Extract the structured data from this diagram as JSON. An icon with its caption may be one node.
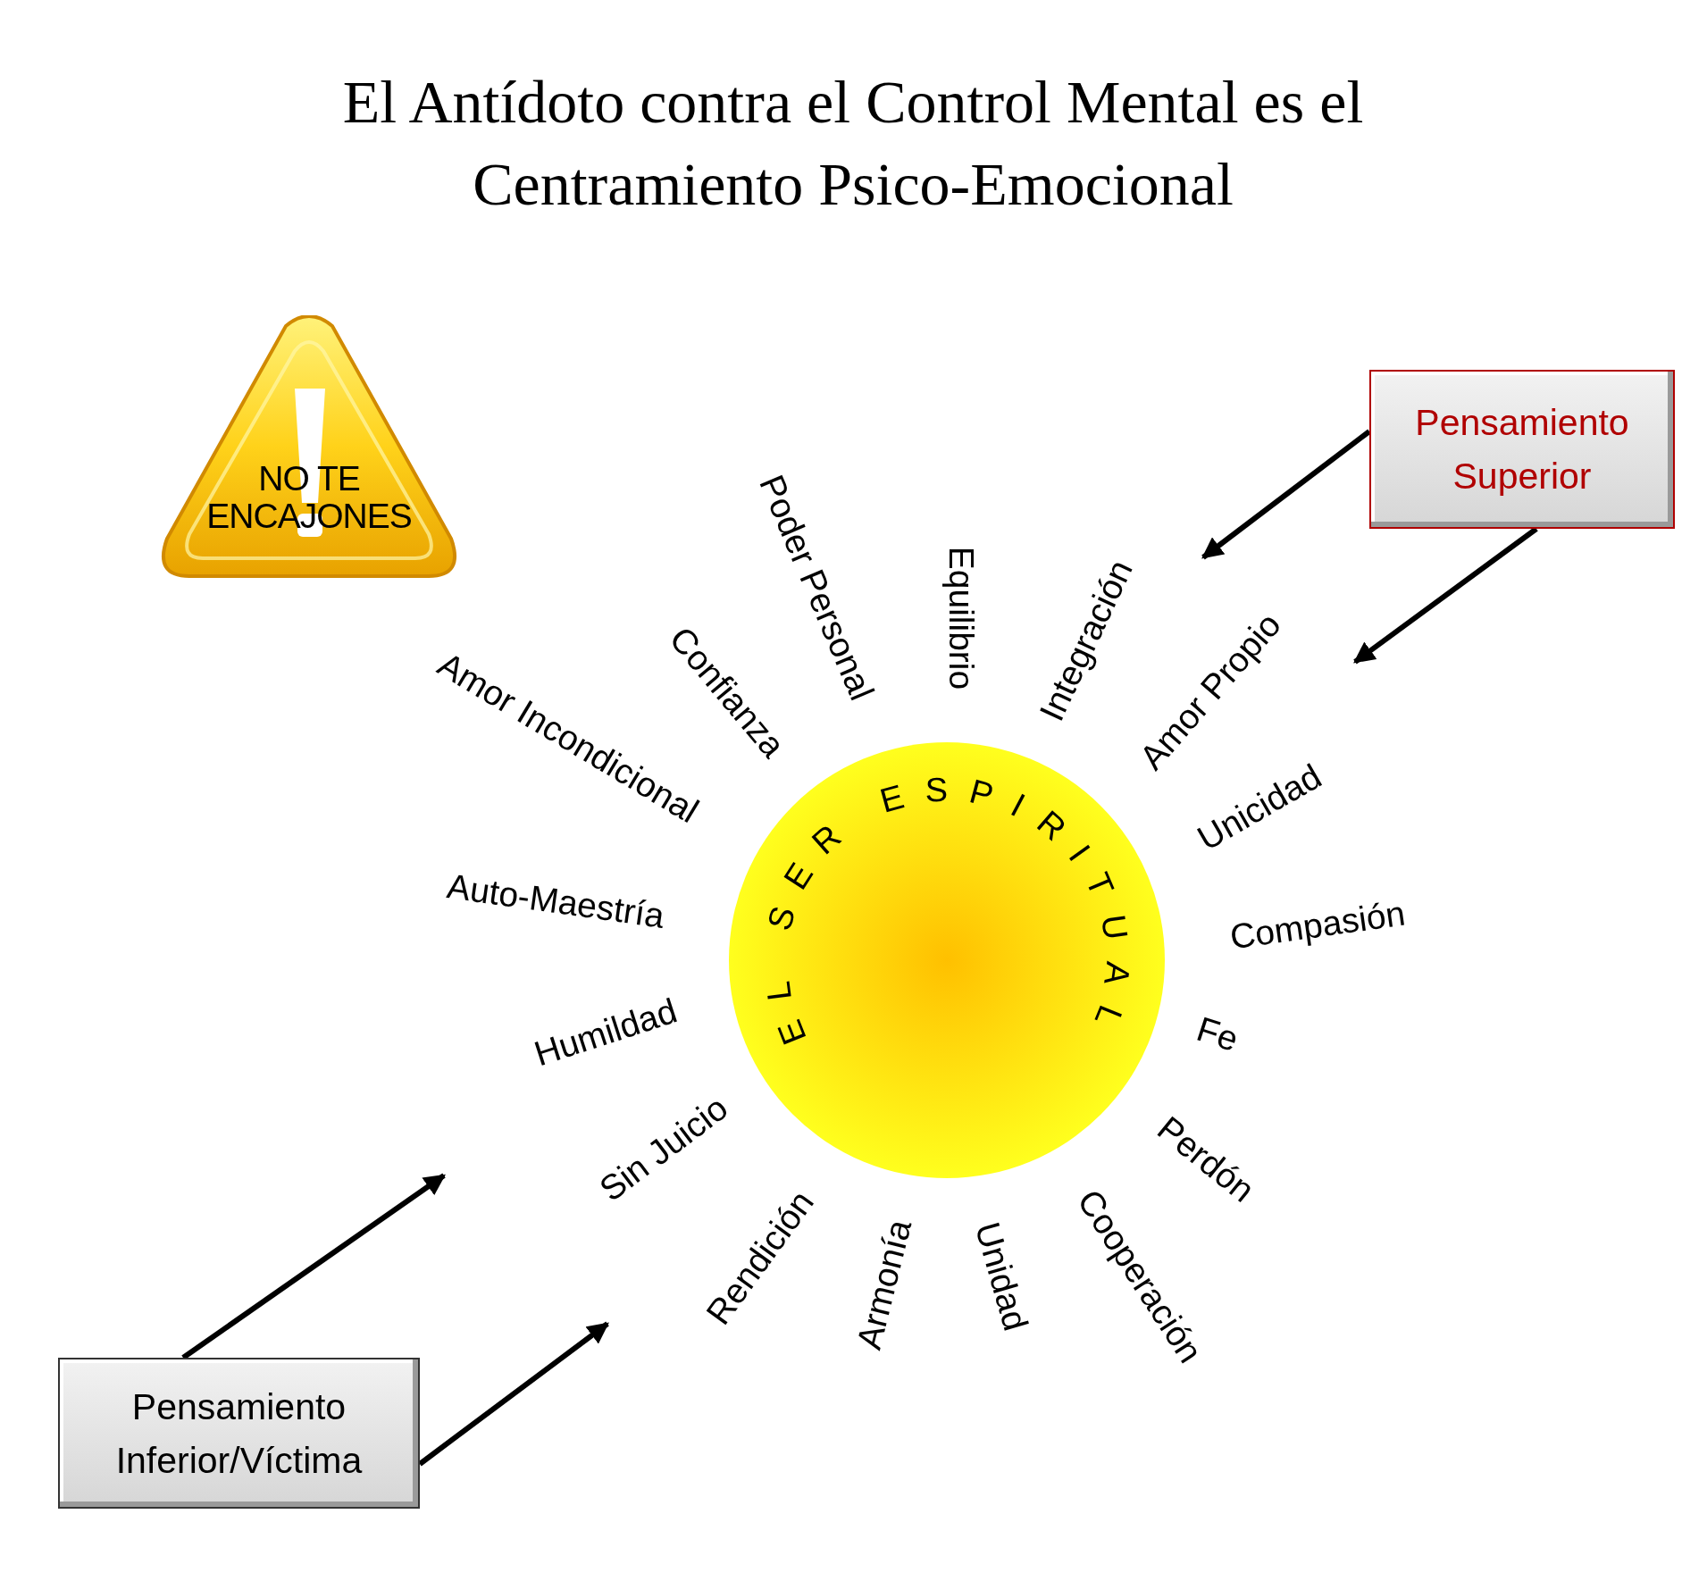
{
  "diagram": {
    "title": "El Antídoto contra el Control Mental es el Centramiento Psico-Emocional",
    "nodes": [
      {
        "text": [
          "NO TE ENCAJONES"
        ]
      },
      {
        "text": [
          "Pensamiento Superior"
        ]
      },
      {
        "text": [
          "EL SER ESPIRITUAL"
        ]
      },
      {
        "text": [
          "Pensamiento Inferior/Víctima"
        ]
      }
    ],
    "edges": [
      {
        "from": 1,
        "to": null,
        "arrow": "to"
      },
      {
        "from": 1,
        "to": null,
        "arrow": "to"
      },
      {
        "from": 3,
        "to": null,
        "arrow": "to"
      },
      {
        "from": 3,
        "to": null,
        "arrow": "to"
      }
    ],
    "labels": [
      "Poder Personal",
      "Equilibrio",
      "Integración",
      "Amor Propio",
      "Unicidad",
      "Compasión",
      "Fe",
      "Perdón",
      "Cooperación",
      "Unidad",
      "Armonía",
      "Rendición",
      "Sin Juicio",
      "Humildad",
      "Auto-Maestría",
      "Amor Incondicional",
      "Confianza"
    ]
  }
}
